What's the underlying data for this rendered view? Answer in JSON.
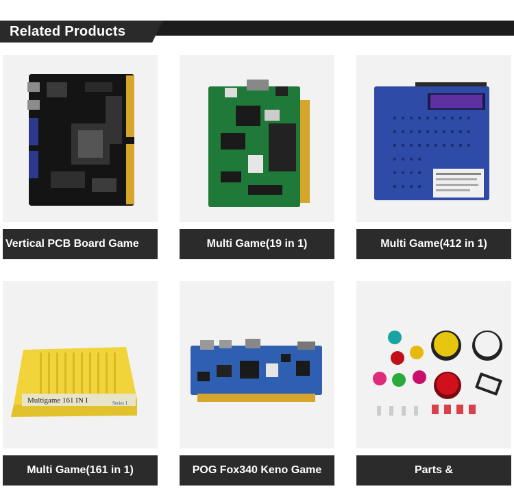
{
  "section": {
    "title": "Related Products"
  },
  "products": [
    {
      "label": "Vertical PCB Board Game"
    },
    {
      "label": "Multi Game(19 in 1)"
    },
    {
      "label": "Multi Game(412 in 1)"
    },
    {
      "label": "Multi Game(161 in 1)",
      "cartridge_text": "Multigame 161 IN I",
      "series_text": "Series 1"
    },
    {
      "label": "POG Fox340 Keno Game"
    },
    {
      "label": "Parts &"
    }
  ],
  "colors": {
    "header_bg": "#1c1c1c",
    "label_bg": "#2b2b2b",
    "card_bg": "#f2f2f2"
  }
}
